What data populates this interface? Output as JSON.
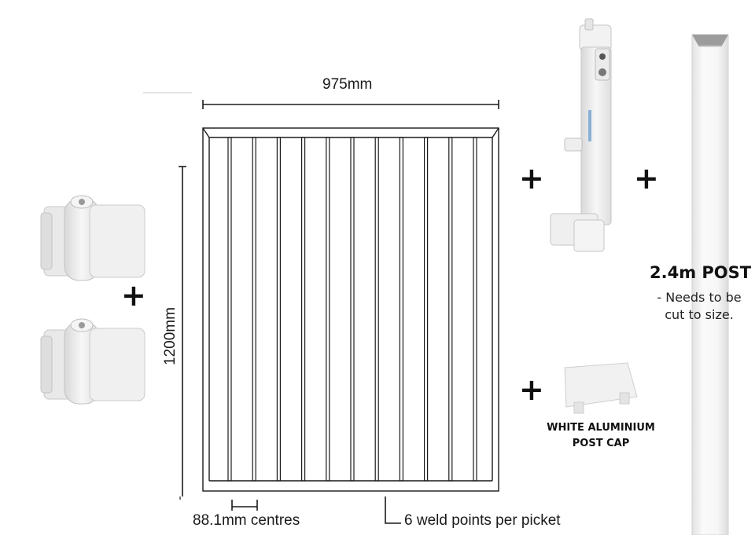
{
  "dimensions": {
    "width_label": "975mm",
    "height_label": "1200mm",
    "centres_label": "88.1mm centres",
    "weld_label": "6 weld points per picket"
  },
  "gate": {
    "picket_count": 11
  },
  "post": {
    "title": "2.4m POST",
    "note_line1": "- Needs to be",
    "note_line2": "cut to size."
  },
  "post_cap": {
    "label_line1": "WHITE ALUMINIUM",
    "label_line2": "POST CAP"
  },
  "plus_symbol": "+",
  "icons": {
    "hinge": "hinge-icon",
    "latch": "latch-icon",
    "post": "post-icon",
    "cap": "post-cap-icon"
  },
  "colors": {
    "line": "#1a1a1a",
    "product_white": "#f4f4f4",
    "product_shade": "#d9d9d9"
  }
}
